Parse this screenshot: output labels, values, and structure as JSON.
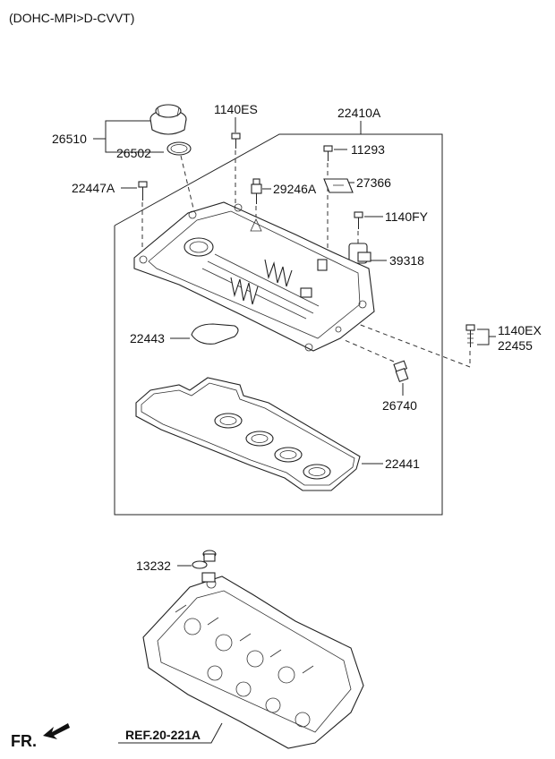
{
  "header": {
    "engine_variant": "(DOHC-MPI>D-CVVT)"
  },
  "labels": {
    "p26510": "26510",
    "p26502": "26502",
    "p1140ES": "1140ES",
    "p22410A": "22410A",
    "p11293": "11293",
    "p22447A": "22447A",
    "p29246A": "29246A",
    "p27366": "27366",
    "p1140FY": "1140FY",
    "p39318": "39318",
    "p1140EX": "1140EX",
    "p22455": "22455",
    "p22443": "22443",
    "p26740": "26740",
    "p22441": "22441",
    "p13232": "13232"
  },
  "reference": {
    "text": "REF.20-221A"
  },
  "direction": {
    "text": "FR.",
    "icon": "arrow-left-down-icon"
  }
}
